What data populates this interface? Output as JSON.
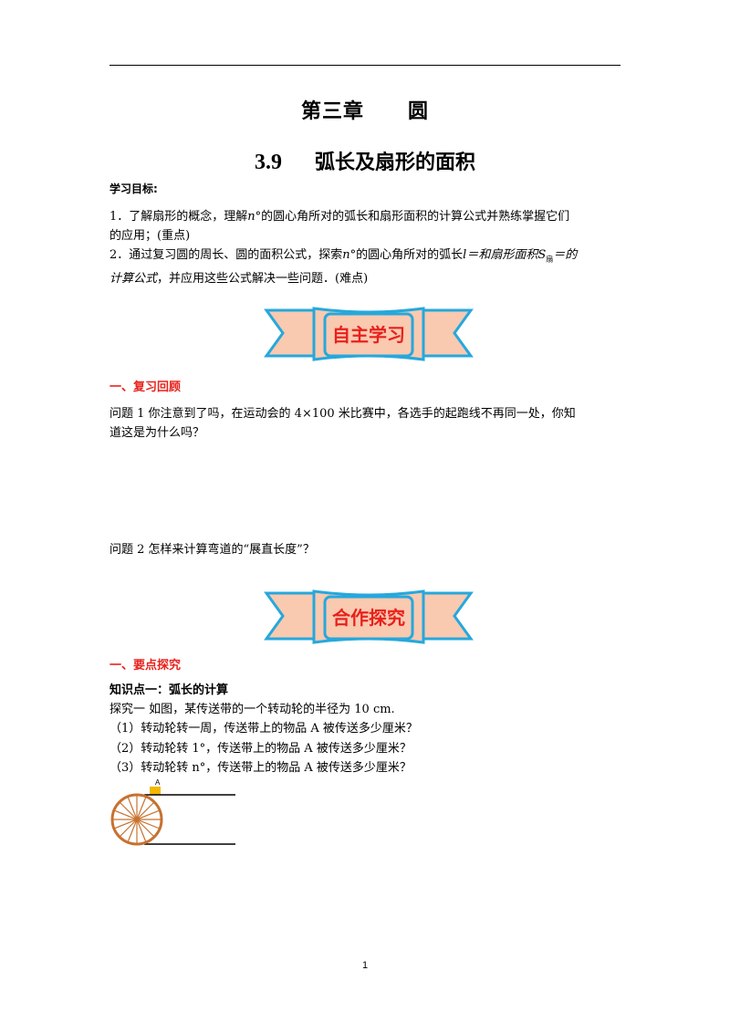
{
  "header": {
    "chapter_label": "第三章",
    "chapter_name": "圆",
    "section_number": "3.9",
    "section_name": "弧长及扇形的面积"
  },
  "objectives": {
    "heading": "学习目标:",
    "item1_a": "1．了解扇形的概念，理解",
    "item1_var": "n",
    "item1_b": "°的圆心角所对的弧长和扇形面积的计算公式并熟练掌握它们",
    "item1_c": "的应用；(重点)",
    "item2_a": "2．通过复习圆的周长、圆的面积公式，探索",
    "item2_var": "n",
    "item2_b": "°的圆心角所对的弧长",
    "item2_formula_l": "l",
    "item2_c": "＝和扇形面积",
    "item2_formula_s": "S",
    "item2_sub": "扇",
    "item2_d": "＝的",
    "item2_e": "计算公式",
    "item2_f": "，并应用这些公式解决一些问题．(难点)"
  },
  "banners": {
    "self_study": "自主学习",
    "cooperation": "合作探究"
  },
  "review": {
    "heading": "一、复习回顾",
    "q1_line1": "问题 1  你注意到了吗，在运动会的  4×100  米比赛中，各选手的起跑线不再同一处，你知",
    "q1_line2": "道这是为什么吗？",
    "q2": "问题 2  怎样来计算弯道的“展直长度”？"
  },
  "explore": {
    "heading": "一、要点探究",
    "kp1": "知识点一：弧长的计算",
    "intro": "探究一  如图，某传送带的一个转动轮的半径为  10 cm.",
    "s1": "（1）转动轮转一周，传送带上的物品  A  被传送多少厘米？",
    "s2": "（2）转动轮转 1°，传送带上的物品  A  被传送多少厘米？",
    "s3": "（3）转动轮转  n°，传送带上的物品  A  被传送多少厘米？",
    "figure_label": "A"
  },
  "footer": {
    "page_number": "1"
  },
  "colors": {
    "banner_fill": "#f9c9b0",
    "banner_stroke": "#26a8dc",
    "banner_text": "#e8211c",
    "wheel": "#c7712f",
    "block": "#f2b800"
  }
}
